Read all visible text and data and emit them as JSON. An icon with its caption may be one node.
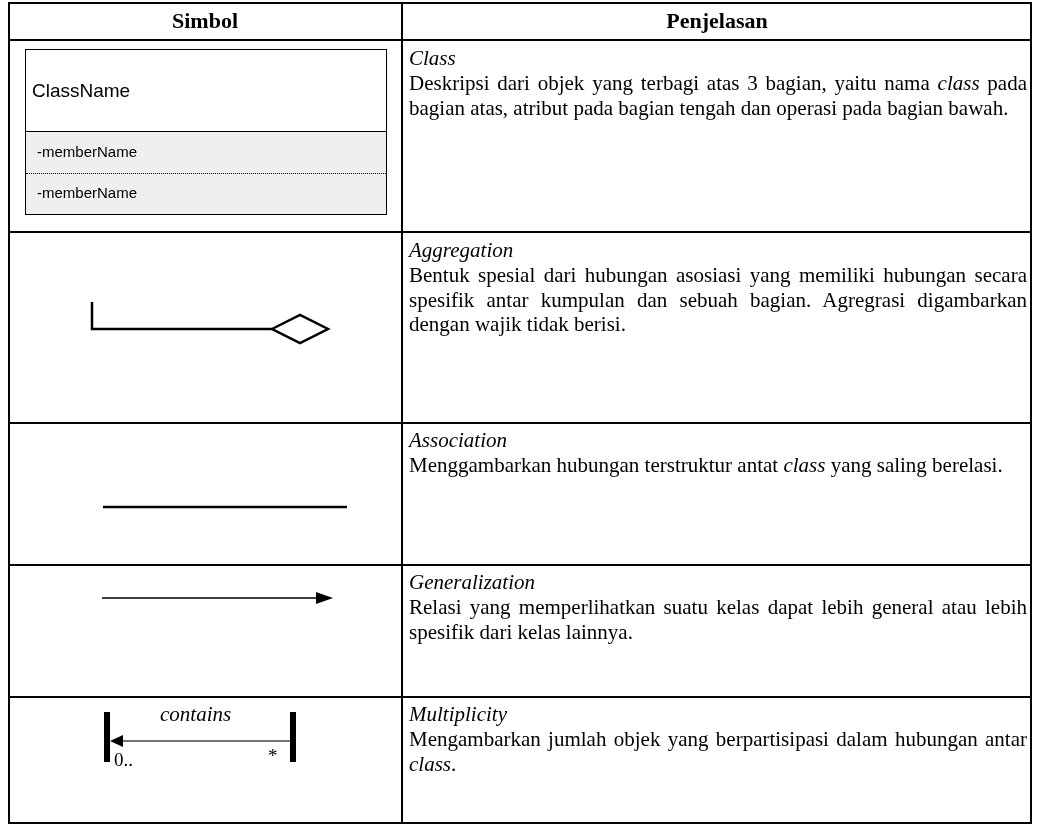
{
  "diagram": {
    "labels": [
      "Simbol",
      "Penjelasan",
      "ClassName",
      "-memberName",
      "-memberName",
      "Class",
      "Deskripsi dari objek yang terbagi atas 3 bagian, yaitu nama *class* pada bagian atas, atribut pada bagian tengah dan operasi pada bagian bawah.",
      "Aggregation",
      "Bentuk spesial dari hubungan asosiasi yang memiliki hubungan secara spesifik antar kumpulan dan sebuah bagian. Agregrasi digambarkan dengan wajik tidak berisi.",
      "Association",
      "Menggambarkan hubungan terstruktur antat *class* yang saling berelasi.",
      "Generalization",
      "Relasi yang memperlihatkan suatu kelas dapat lebih general atau lebih spesifik dari kelas lainnya.",
      "contains",
      "0..",
      "*",
      "Multiplicity",
      "Mengambarkan jumlah objek yang berpartisipasi dalam hubungan antar *class*."
    ]
  }
}
